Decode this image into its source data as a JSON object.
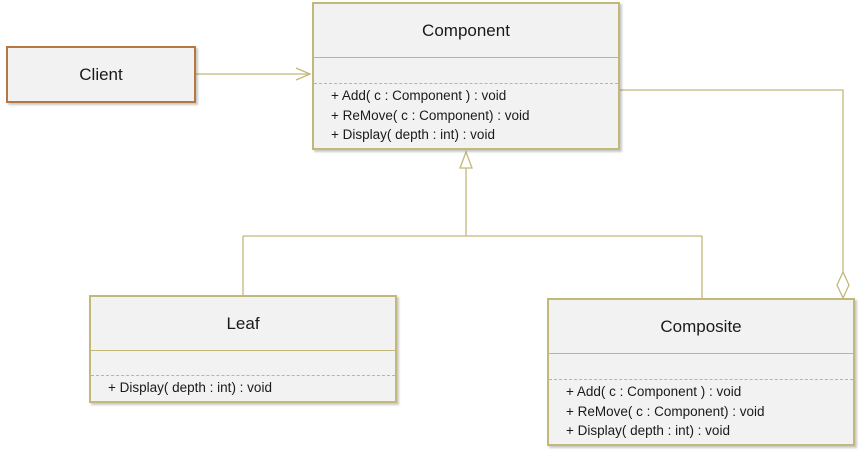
{
  "colors": {
    "border": "#c2b87a",
    "client_border": "#b87740",
    "fill": "#f2f2f2",
    "text": "#1a1a1a"
  },
  "client": {
    "name": "Client"
  },
  "component": {
    "name": "Component",
    "methods": [
      "+ Add( c : Component ) : void",
      "+ ReMove( c : Component) : void",
      "+ Display( depth : int) : void"
    ]
  },
  "leaf": {
    "name": "Leaf",
    "methods": [
      "+ Display( depth : int) : void"
    ]
  },
  "composite": {
    "name": "Composite",
    "methods": [
      "+ Add( c : Component ) : void",
      "+ ReMove( c : Component) : void",
      "+ Display( depth : int) : void"
    ]
  },
  "relationships": [
    {
      "from": "Client",
      "to": "Component",
      "type": "association"
    },
    {
      "from": "Leaf",
      "to": "Component",
      "type": "generalization"
    },
    {
      "from": "Composite",
      "to": "Component",
      "type": "generalization"
    },
    {
      "from": "Composite",
      "to": "Component",
      "type": "aggregation"
    }
  ]
}
